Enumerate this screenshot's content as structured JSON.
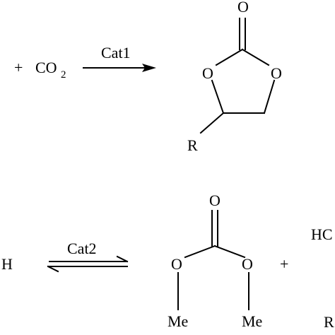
{
  "scheme": {
    "reaction1": {
      "plus": "+",
      "co2_main": "CO",
      "co2_sub": "2",
      "catalyst": "Cat1",
      "product": {
        "carbonyl_o": "O",
        "ring_o_left": "O",
        "ring_o_right": "O",
        "substituent": "R"
      }
    },
    "reaction2": {
      "reactant_fragment": "H",
      "catalyst": "Cat2",
      "product": {
        "carbonyl_o": "O",
        "ester_o_left": "O",
        "ester_o_right": "O",
        "methyl_left": "Me",
        "methyl_right": "Me"
      },
      "plus": "+",
      "coproduct_top": "HC",
      "coproduct_bottom": "R"
    }
  }
}
